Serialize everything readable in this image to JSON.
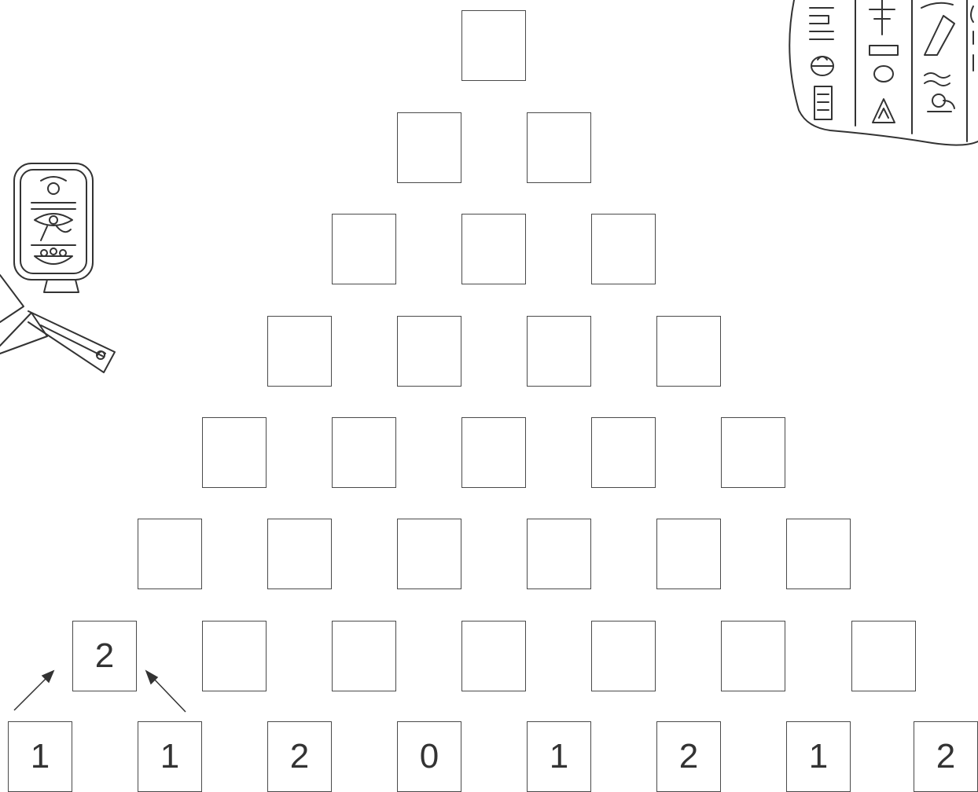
{
  "pyramid": {
    "rows": [
      [
        ""
      ],
      [
        "",
        ""
      ],
      [
        "",
        "",
        ""
      ],
      [
        "",
        "",
        "",
        ""
      ],
      [
        "",
        "",
        "",
        "",
        ""
      ],
      [
        "",
        "",
        "",
        "",
        "",
        ""
      ],
      [
        "2",
        "",
        "",
        "",
        "",
        "",
        ""
      ],
      [
        "1",
        "1",
        "2",
        "0",
        "1",
        "2",
        "1",
        "2"
      ]
    ]
  },
  "decorations": {
    "cartouche_icon": "cartouche-ankh-icon",
    "tablet_icon": "hieroglyph-tablet-icon"
  },
  "colors": {
    "line": "#4a4a4a",
    "text": "#333333"
  }
}
